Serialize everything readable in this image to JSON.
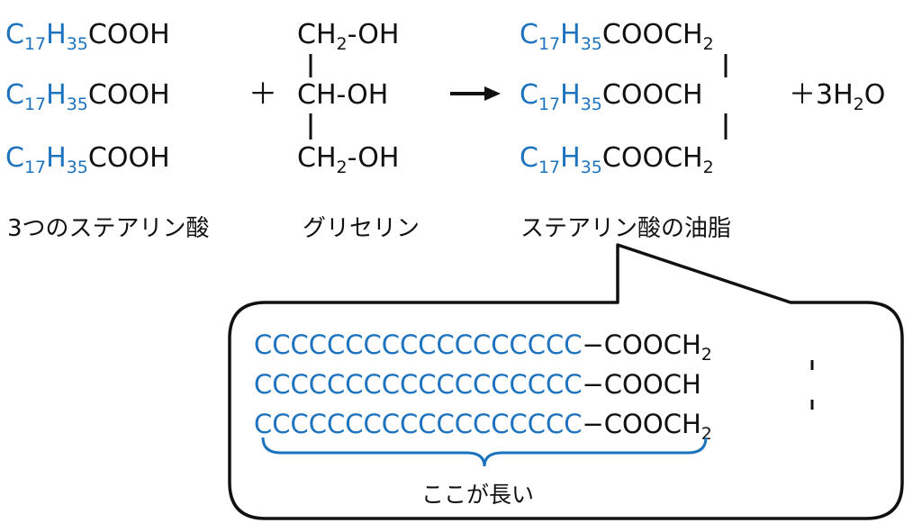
{
  "colors": {
    "blue": "#1e73be",
    "black": "#111111"
  },
  "acid": {
    "prefix_c": "C",
    "sub_17": "17",
    "prefix_h": "H",
    "sub_35": "35",
    "suffix": "COOH"
  },
  "plus_sign": "＋",
  "glycerin": {
    "top": "CH",
    "top_sub": "2",
    "top_oh": "-OH",
    "middle": "CH-OH",
    "bottom": "CH",
    "bottom_sub": "2",
    "bottom_oh": "-OH"
  },
  "product": {
    "top_suffix": "COOCH",
    "top_sub": "2",
    "middle_suffix": "COOCH",
    "bottom_suffix": "COOCH",
    "bottom_sub": "2"
  },
  "water": {
    "plus3": "＋3",
    "h": "H",
    "sub": "2",
    "o": "O"
  },
  "labels": {
    "acids": "3つのステアリン酸",
    "glycerin": "グリセリン",
    "fat": "ステアリン酸の油脂"
  },
  "callout": {
    "chain": "CCCCCCCCCCCCCCCCCC",
    "dash": "−",
    "top_suffix": "COOCH",
    "top_sub": "2",
    "middle_suffix": "COOCH",
    "bottom_suffix": "COOCH",
    "bottom_sub": "2",
    "brace_label": "ここが長い"
  }
}
